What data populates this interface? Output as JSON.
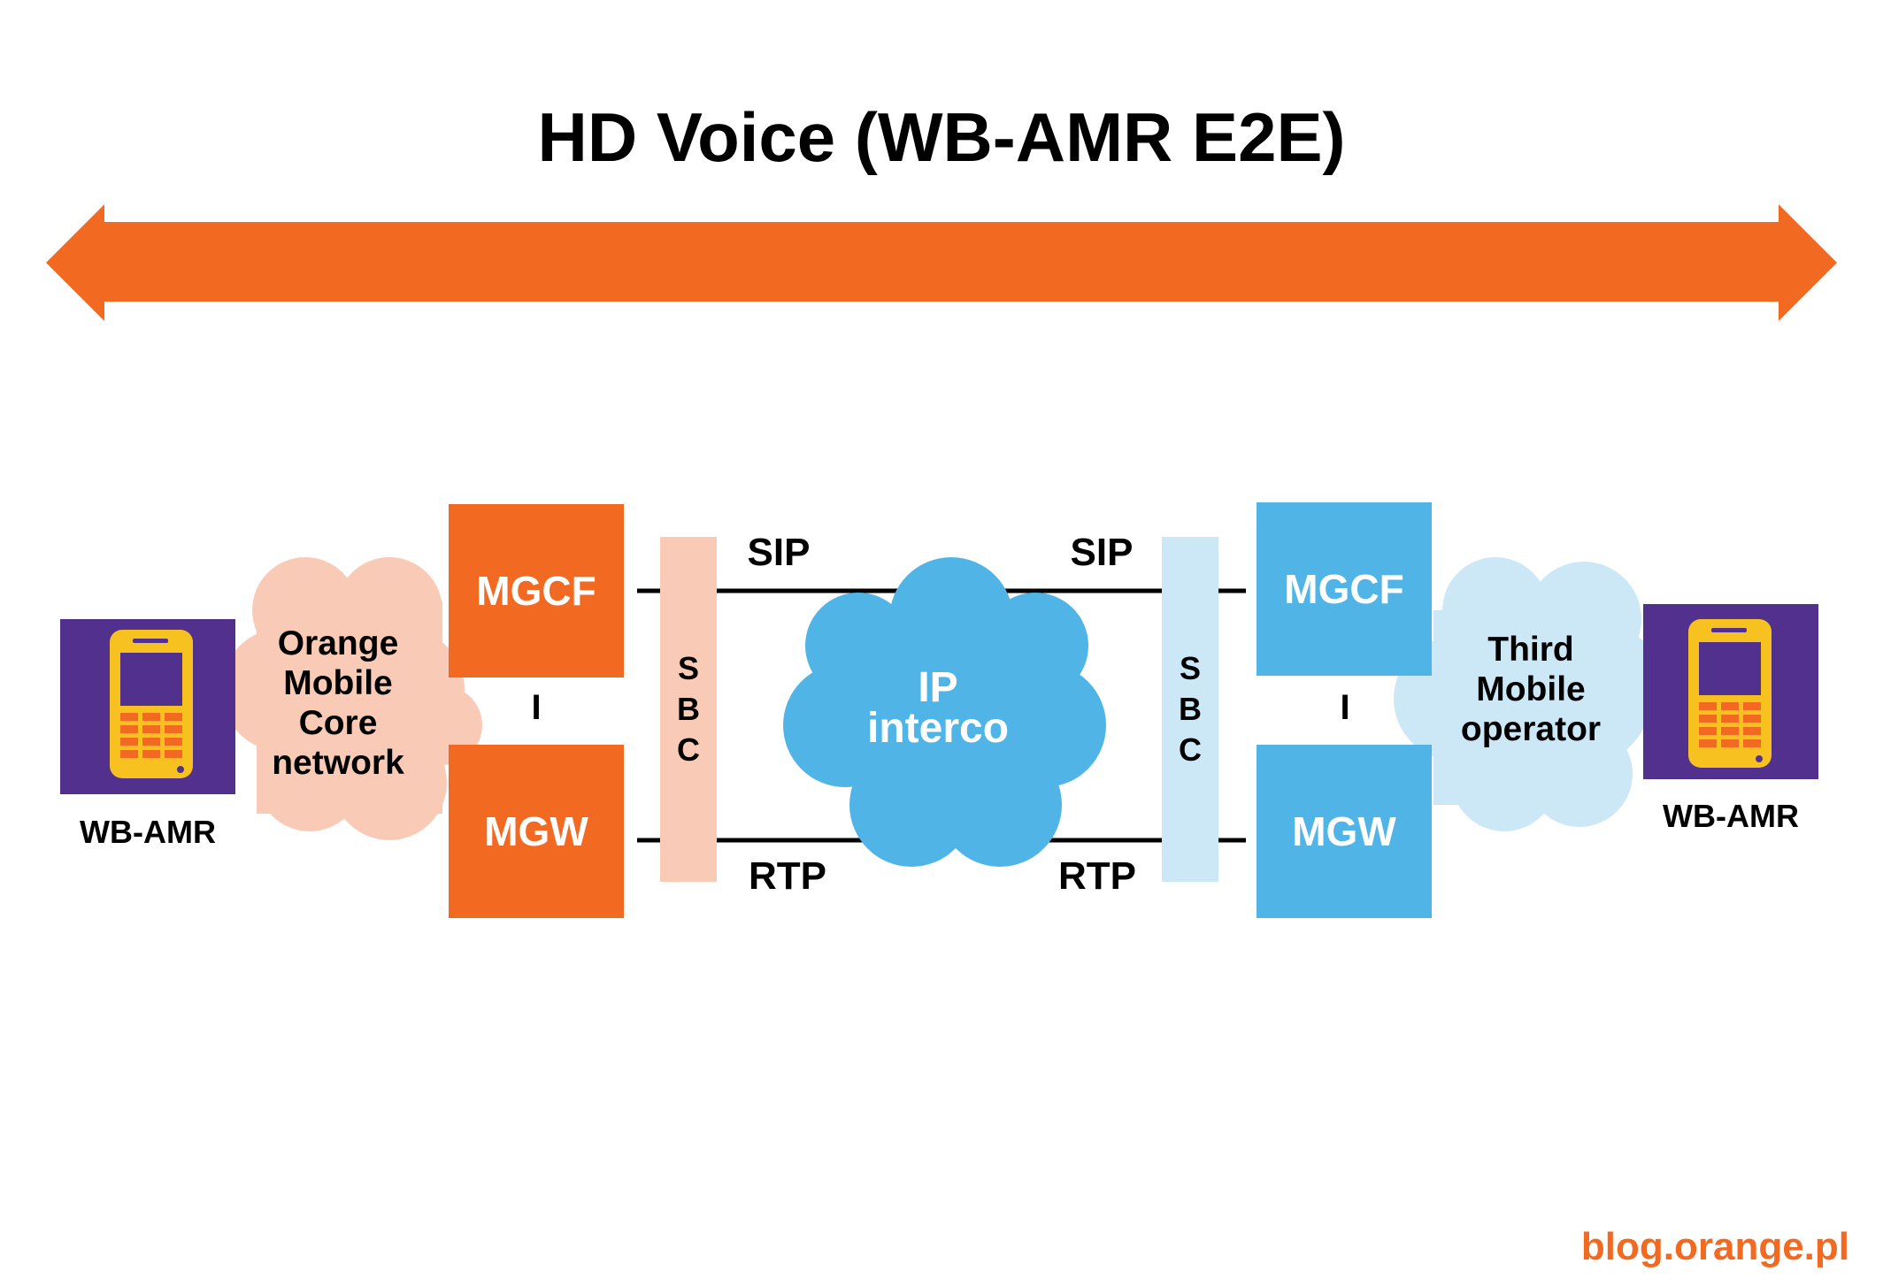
{
  "title": "HD Voice (WB-AMR E2E)",
  "colors": {
    "orange": "#f26a22",
    "light_orange": "#f9cbb7",
    "blue": "#50b5e6",
    "light_blue": "#cce8f7",
    "purple": "#51318d",
    "phone_yellow": "#f7c21f"
  },
  "left_side": {
    "device_label": "WB-AMR",
    "cloud_lines": [
      "Orange",
      "Mobile",
      "Core",
      "network"
    ],
    "mgcf": "MGCF",
    "mgw": "MGW",
    "separator": "I",
    "sbc_letters": [
      "S",
      "B",
      "C"
    ]
  },
  "right_side": {
    "device_label": "WB-AMR",
    "cloud_lines": [
      "Third",
      "Mobile",
      "operator"
    ],
    "mgcf": "MGCF",
    "mgw": "MGW",
    "separator": "I",
    "sbc_letters": [
      "S",
      "B",
      "C"
    ]
  },
  "interconnect": {
    "cloud_lines": [
      "IP",
      "interco"
    ],
    "sip_left": "SIP",
    "sip_right": "SIP",
    "rtp_left": "RTP",
    "rtp_right": "RTP"
  },
  "footer": "blog.orange.pl"
}
